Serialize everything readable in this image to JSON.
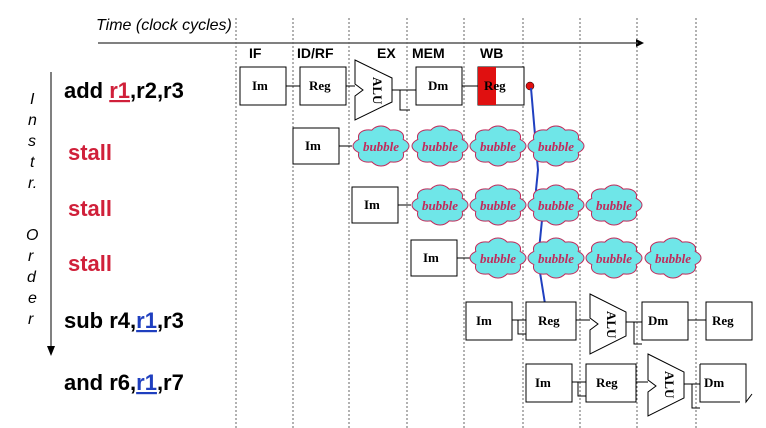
{
  "time_label": "Time (clock cycles)",
  "side_label": [
    "I",
    "n",
    "s",
    "t",
    "r.",
    "O",
    "r",
    "d",
    "e",
    "r"
  ],
  "stages": [
    "IF",
    "ID/RF",
    "EX",
    "MEM",
    "WB"
  ],
  "units": {
    "im": "Im",
    "reg": "Reg",
    "alu": "ALU",
    "dm": "Dm"
  },
  "bubble": "bubble",
  "instructions": [
    {
      "pre": "add ",
      "reg": "r1",
      "post": ",r2,r3",
      "reg_color": "#d0203a"
    },
    {
      "stall": "stall"
    },
    {
      "stall": "stall"
    },
    {
      "stall": "stall"
    },
    {
      "pre": "sub r4,",
      "reg": "r1",
      "post": ",r3",
      "reg_color": "#1f3fbf"
    },
    {
      "pre": "and r6,",
      "reg": "r1",
      "post": ",r7",
      "reg_color": "#1f3fbf"
    }
  ],
  "colors": {
    "bubble_fill": "#6fe6e8",
    "bubble_text": "#c22a5a",
    "stall": "#d0203a",
    "forward_line": "#2040c0",
    "wb_highlight": "#e01010"
  }
}
